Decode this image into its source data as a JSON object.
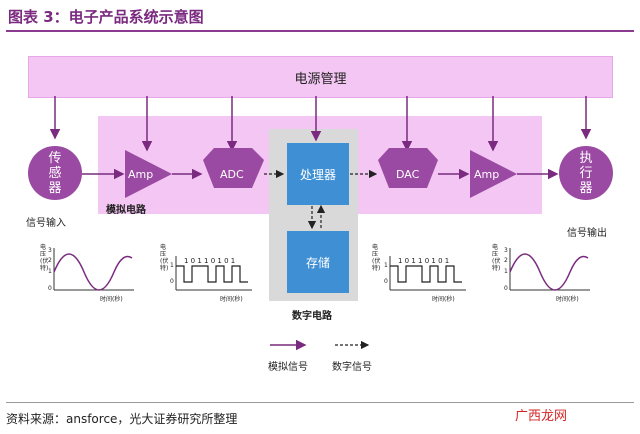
{
  "title": "图表 3：电子产品系统示意图",
  "power_management": "电源管理",
  "sensor": "传\n感\n器",
  "actuator": "执\n行\n器",
  "signal_in": "信号输入",
  "signal_out": "信号输出",
  "analog_circuit": "模拟电路",
  "digital_circuit": "数字电路",
  "amp_in": "Amp",
  "adc": "ADC",
  "processor": "处理器",
  "storage": "存储",
  "dac": "DAC",
  "amp_out": "Amp",
  "legend_analog": "模拟信号",
  "legend_digital": "数字信号",
  "source": "资料来源：ansforce，光大证券研究所整理",
  "watermark": "广西龙网",
  "wave_ylabel": "电压(伏特)",
  "wave_xlabel": "时间(秒)",
  "bits_digital_in": "1 0 1 1 0 1 0 1",
  "bits_digital_out": "1 0 1 1 0 1 0 1",
  "analog_ticks": [
    "3",
    "2",
    "1",
    "0"
  ],
  "digital_ticks": [
    "1",
    "0"
  ],
  "colors": {
    "purple_circle": "#9b4aa3",
    "pink_band": "#f3c6f3",
    "blue_box": "#3f8fd4",
    "gray": "#d9d9d9",
    "arrow": "#7a2a7f"
  }
}
